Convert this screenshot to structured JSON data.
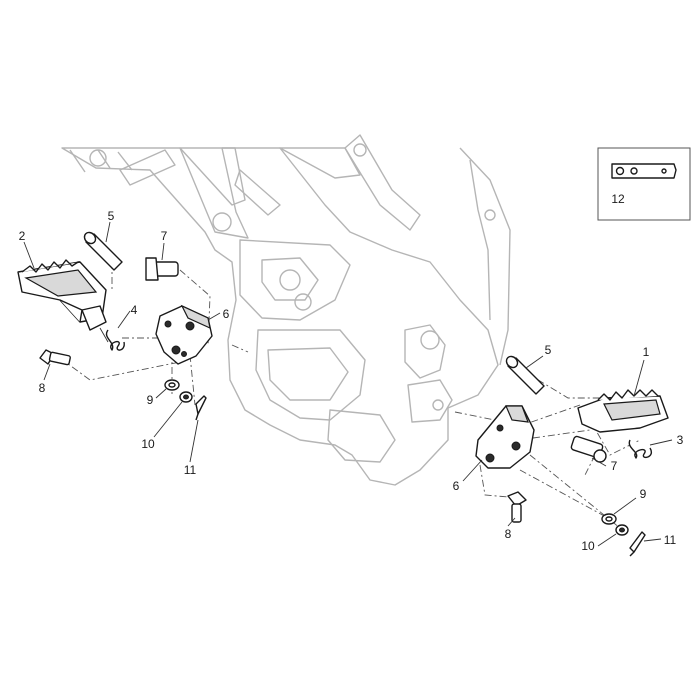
{
  "callouts": {
    "c1": "1",
    "c2": "2",
    "c3": "3",
    "c4": "4",
    "c5_left": "5",
    "c5_right": "5",
    "c6_left": "6",
    "c6_right": "6",
    "c7_left": "7",
    "c7_right": "7",
    "c8_left": "8",
    "c8_right": "8",
    "c9_left": "9",
    "c9_right": "9",
    "c10_left": "10",
    "c10_right": "10",
    "c11_left": "11",
    "c11_right": "11",
    "c12": "12"
  }
}
